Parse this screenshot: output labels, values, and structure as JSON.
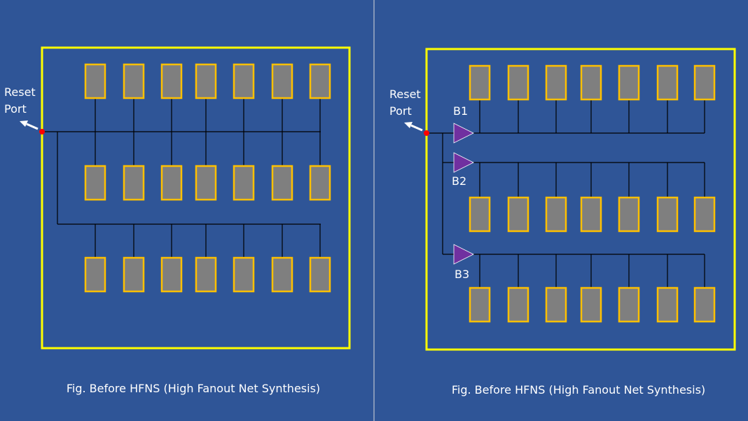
{
  "colors": {
    "background": "#2f5597",
    "boundary": "#ffff00",
    "cell_fill": "#7f7f7f",
    "cell_border": "#ffc000",
    "wire": "#000000",
    "buffer": "#7030a0",
    "port_dot": "#ff0000",
    "arrow": "#ffffff",
    "divider": "#d9d9d9"
  },
  "left": {
    "port_label_line1": "Reset",
    "port_label_line2": "Port",
    "caption": "Fig. Before HFNS (High Fanout Net Synthesis)"
  },
  "right": {
    "port_label_line1": "Reset",
    "port_label_line2": "Port",
    "caption": "Fig. Before HFNS (High Fanout Net Synthesis)",
    "buffers": [
      "B1",
      "B2",
      "B3"
    ]
  }
}
